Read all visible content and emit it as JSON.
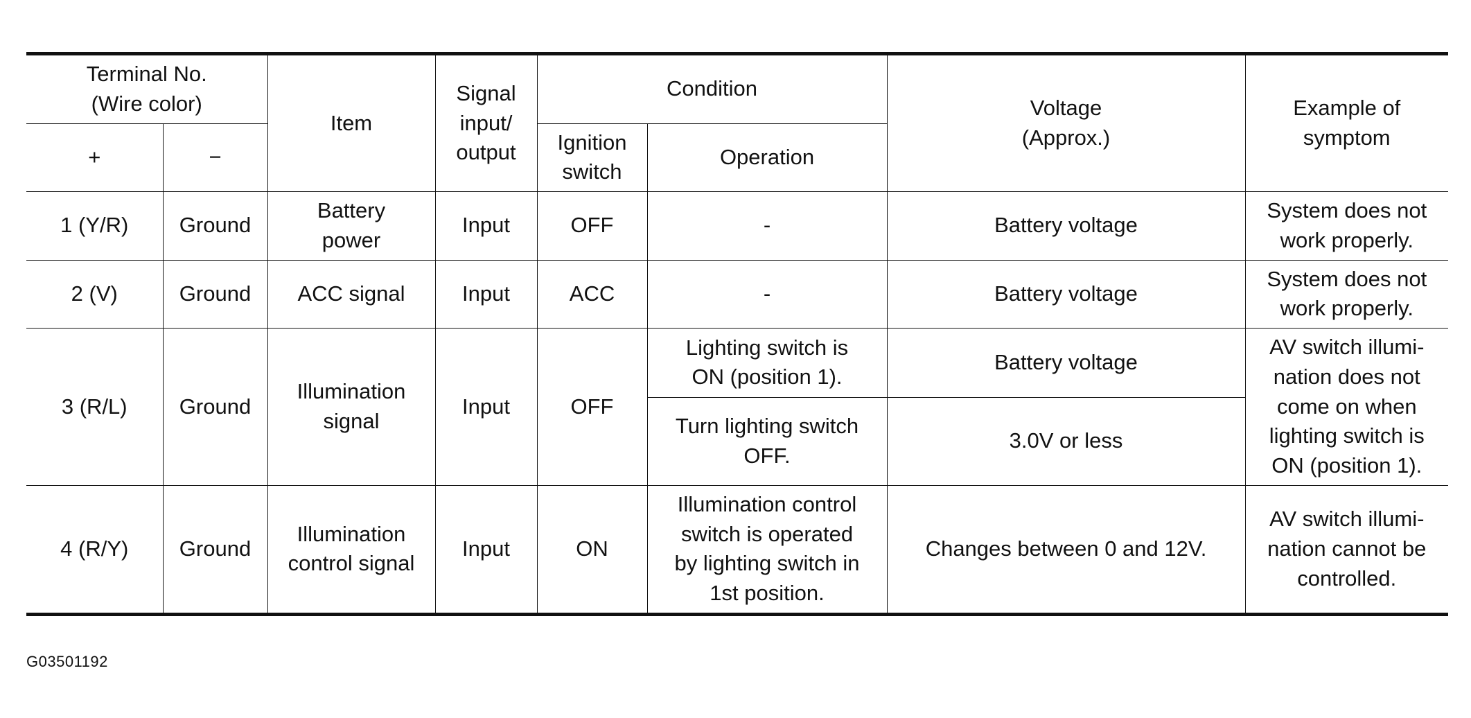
{
  "table": {
    "headers": {
      "terminal": "Terminal No.\n(Wire color)",
      "plus": "+",
      "minus": "−",
      "item": "Item",
      "signal": "Signal\ninput/\noutput",
      "condition": "Condition",
      "ignition": "Ignition\nswitch",
      "operation": "Operation",
      "voltage": "Voltage\n(Approx.)",
      "symptom": "Example of\nsymptom"
    },
    "rows": [
      {
        "plus": "1 (Y/R)",
        "minus": "Ground",
        "item": "Battery\npower",
        "signal": "Input",
        "ignition": "OFF",
        "operation": "-",
        "voltage": "Battery voltage",
        "symptom": "System does not\nwork properly."
      },
      {
        "plus": "2 (V)",
        "minus": "Ground",
        "item": "ACC signal",
        "signal": "Input",
        "ignition": "ACC",
        "operation": "-",
        "voltage": "Battery voltage",
        "symptom": "System does not\nwork properly."
      },
      {
        "plus": "3 (R/L)",
        "minus": "Ground",
        "item": "Illumination\nsignal",
        "signal": "Input",
        "ignition": "OFF",
        "operation_1": "Lighting switch is\nON (position 1).",
        "voltage_1": "Battery voltage",
        "operation_2": "Turn lighting switch\nOFF.",
        "voltage_2": "3.0V or less",
        "symptom": "AV switch illumi-\nnation does not\ncome on when\nlighting switch is\nON (position 1)."
      },
      {
        "plus": "4 (R/Y)",
        "minus": "Ground",
        "item": "Illumination\ncontrol signal",
        "signal": "Input",
        "ignition": "ON",
        "operation": "Illumination control\nswitch is operated\nby lighting switch in\n1st position.",
        "voltage": "Changes between 0 and 12V.",
        "symptom": "AV switch illumi-\nnation cannot be\ncontrolled."
      }
    ]
  },
  "caption": "G03501192"
}
